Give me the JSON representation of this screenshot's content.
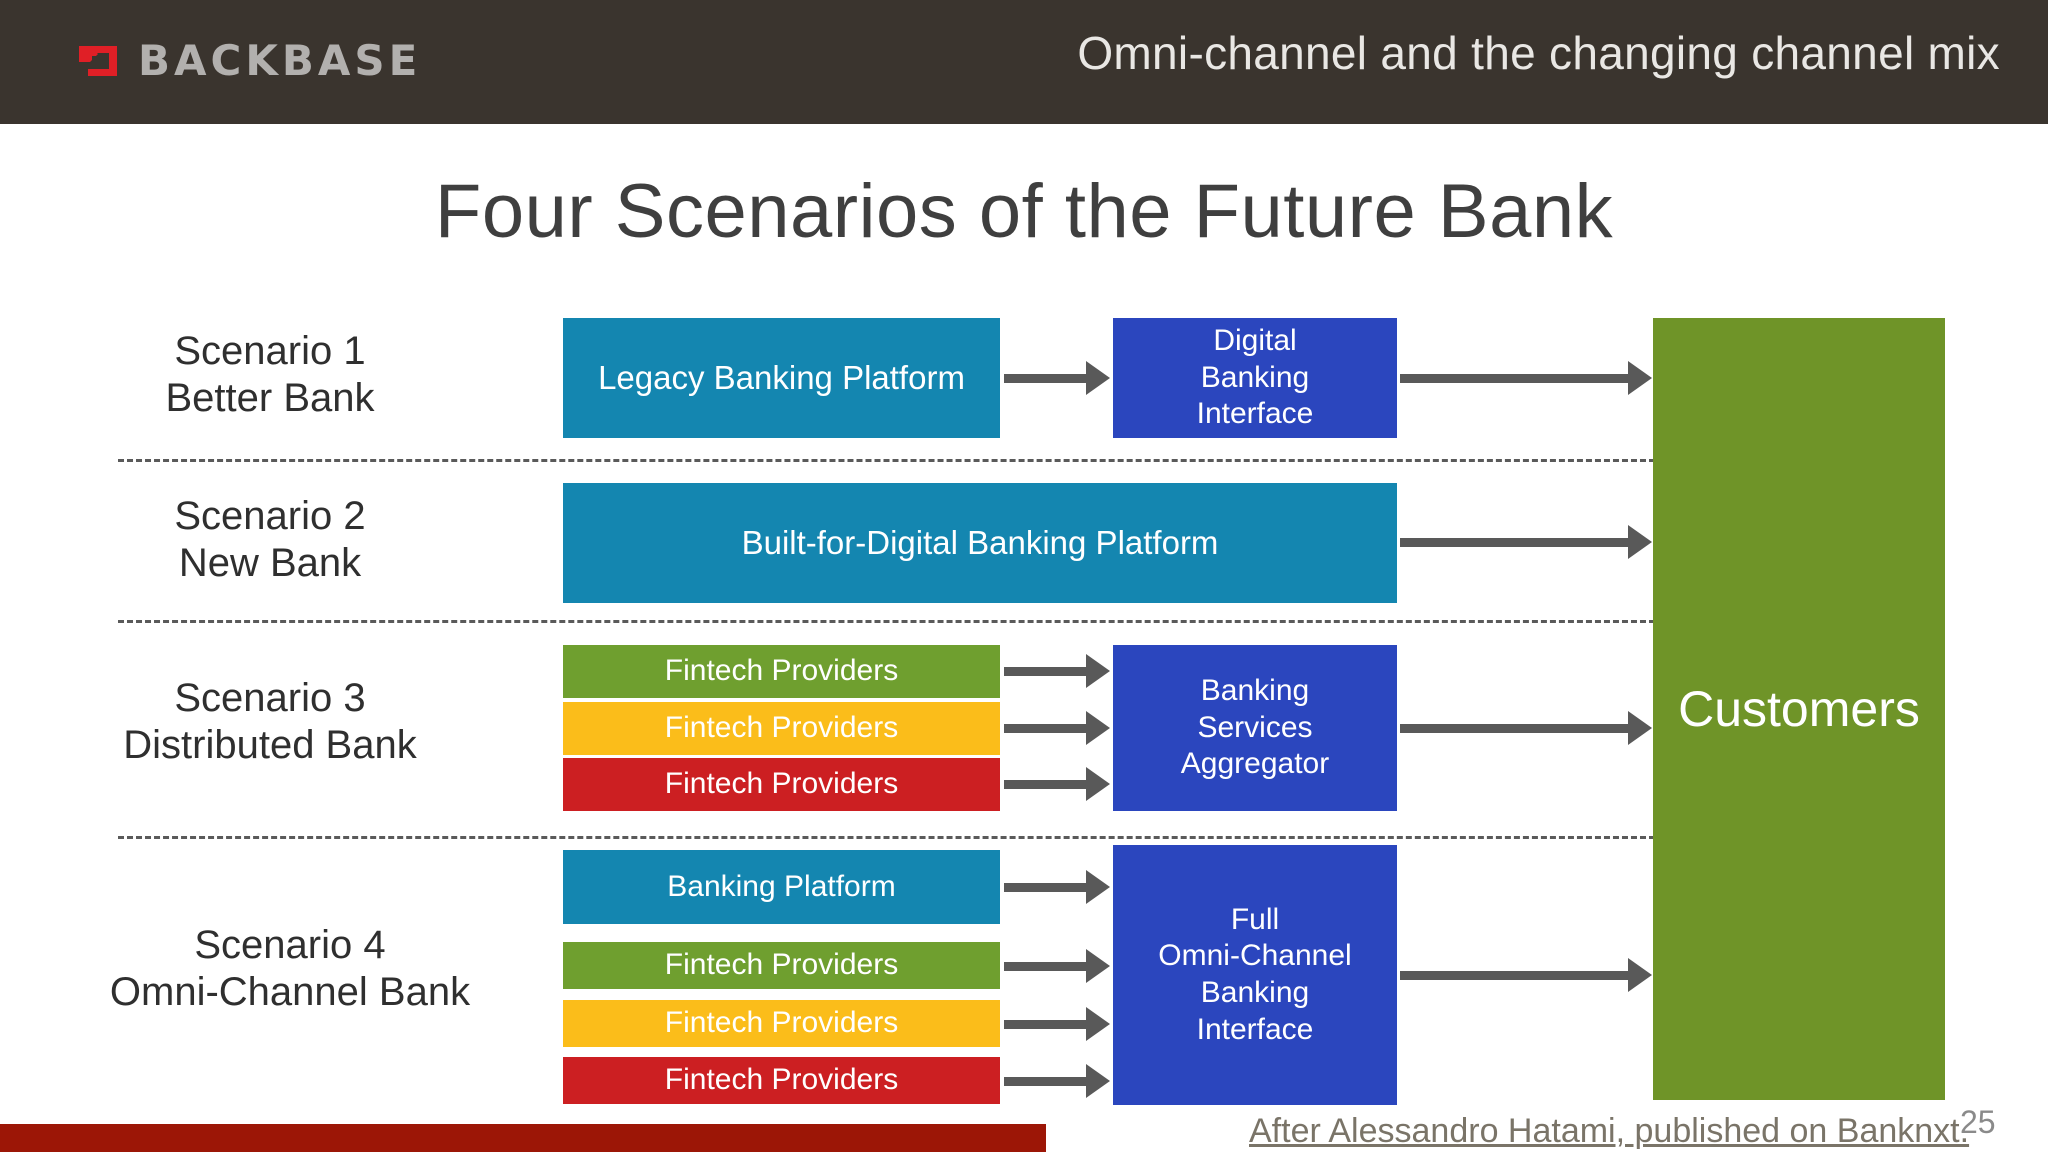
{
  "header": {
    "logo_text": "BACKBASE",
    "title": "Omni-channel and the changing channel mix",
    "background_color": "#3a342e",
    "logo_accent_color": "#e01f26"
  },
  "slide": {
    "title": "Four Scenarios of the Future Bank"
  },
  "colors": {
    "teal": "#1486b0",
    "blue": "#2b46be",
    "green": "#6f9f2f",
    "olive": "#6f9428",
    "amber": "#fbbd1a",
    "red": "#cc1f22",
    "arrow": "#595959",
    "footer_bar": "#9c1606"
  },
  "scenarios": [
    {
      "number_label": "Scenario 1",
      "name_label": "Better Bank",
      "source_boxes": [
        {
          "label": "Legacy Banking Platform",
          "color": "teal"
        }
      ],
      "hub_box": {
        "label": "Digital\nBanking\nInterface",
        "lines": [
          "Digital",
          "Banking",
          "Interface"
        ],
        "color": "blue"
      }
    },
    {
      "number_label": "Scenario 2",
      "name_label": "New Bank",
      "source_boxes": [
        {
          "label": "Built-for-Digital Banking Platform",
          "color": "teal"
        }
      ],
      "hub_box": null
    },
    {
      "number_label": "Scenario 3",
      "name_label": "Distributed Bank",
      "source_boxes": [
        {
          "label": "Fintech Providers",
          "color": "green"
        },
        {
          "label": "Fintech Providers",
          "color": "amber"
        },
        {
          "label": "Fintech Providers",
          "color": "red"
        }
      ],
      "hub_box": {
        "lines": [
          "Banking",
          "Services",
          "Aggregator"
        ],
        "color": "blue"
      }
    },
    {
      "number_label": "Scenario 4",
      "name_label": "Omni-Channel Bank",
      "source_boxes": [
        {
          "label": "Banking Platform",
          "color": "teal"
        },
        {
          "label": "Fintech Providers",
          "color": "green"
        },
        {
          "label": "Fintech Providers",
          "color": "amber"
        },
        {
          "label": "Fintech Providers",
          "color": "red"
        }
      ],
      "hub_box": {
        "lines": [
          "Full",
          "Omni-Channel",
          "Banking",
          "Interface"
        ],
        "color": "blue"
      }
    }
  ],
  "customers": {
    "label": "Customers",
    "color": "olive"
  },
  "footer": {
    "attribution": "After Alessandro Hatami, published on Banknxt.",
    "page_number": "25"
  }
}
